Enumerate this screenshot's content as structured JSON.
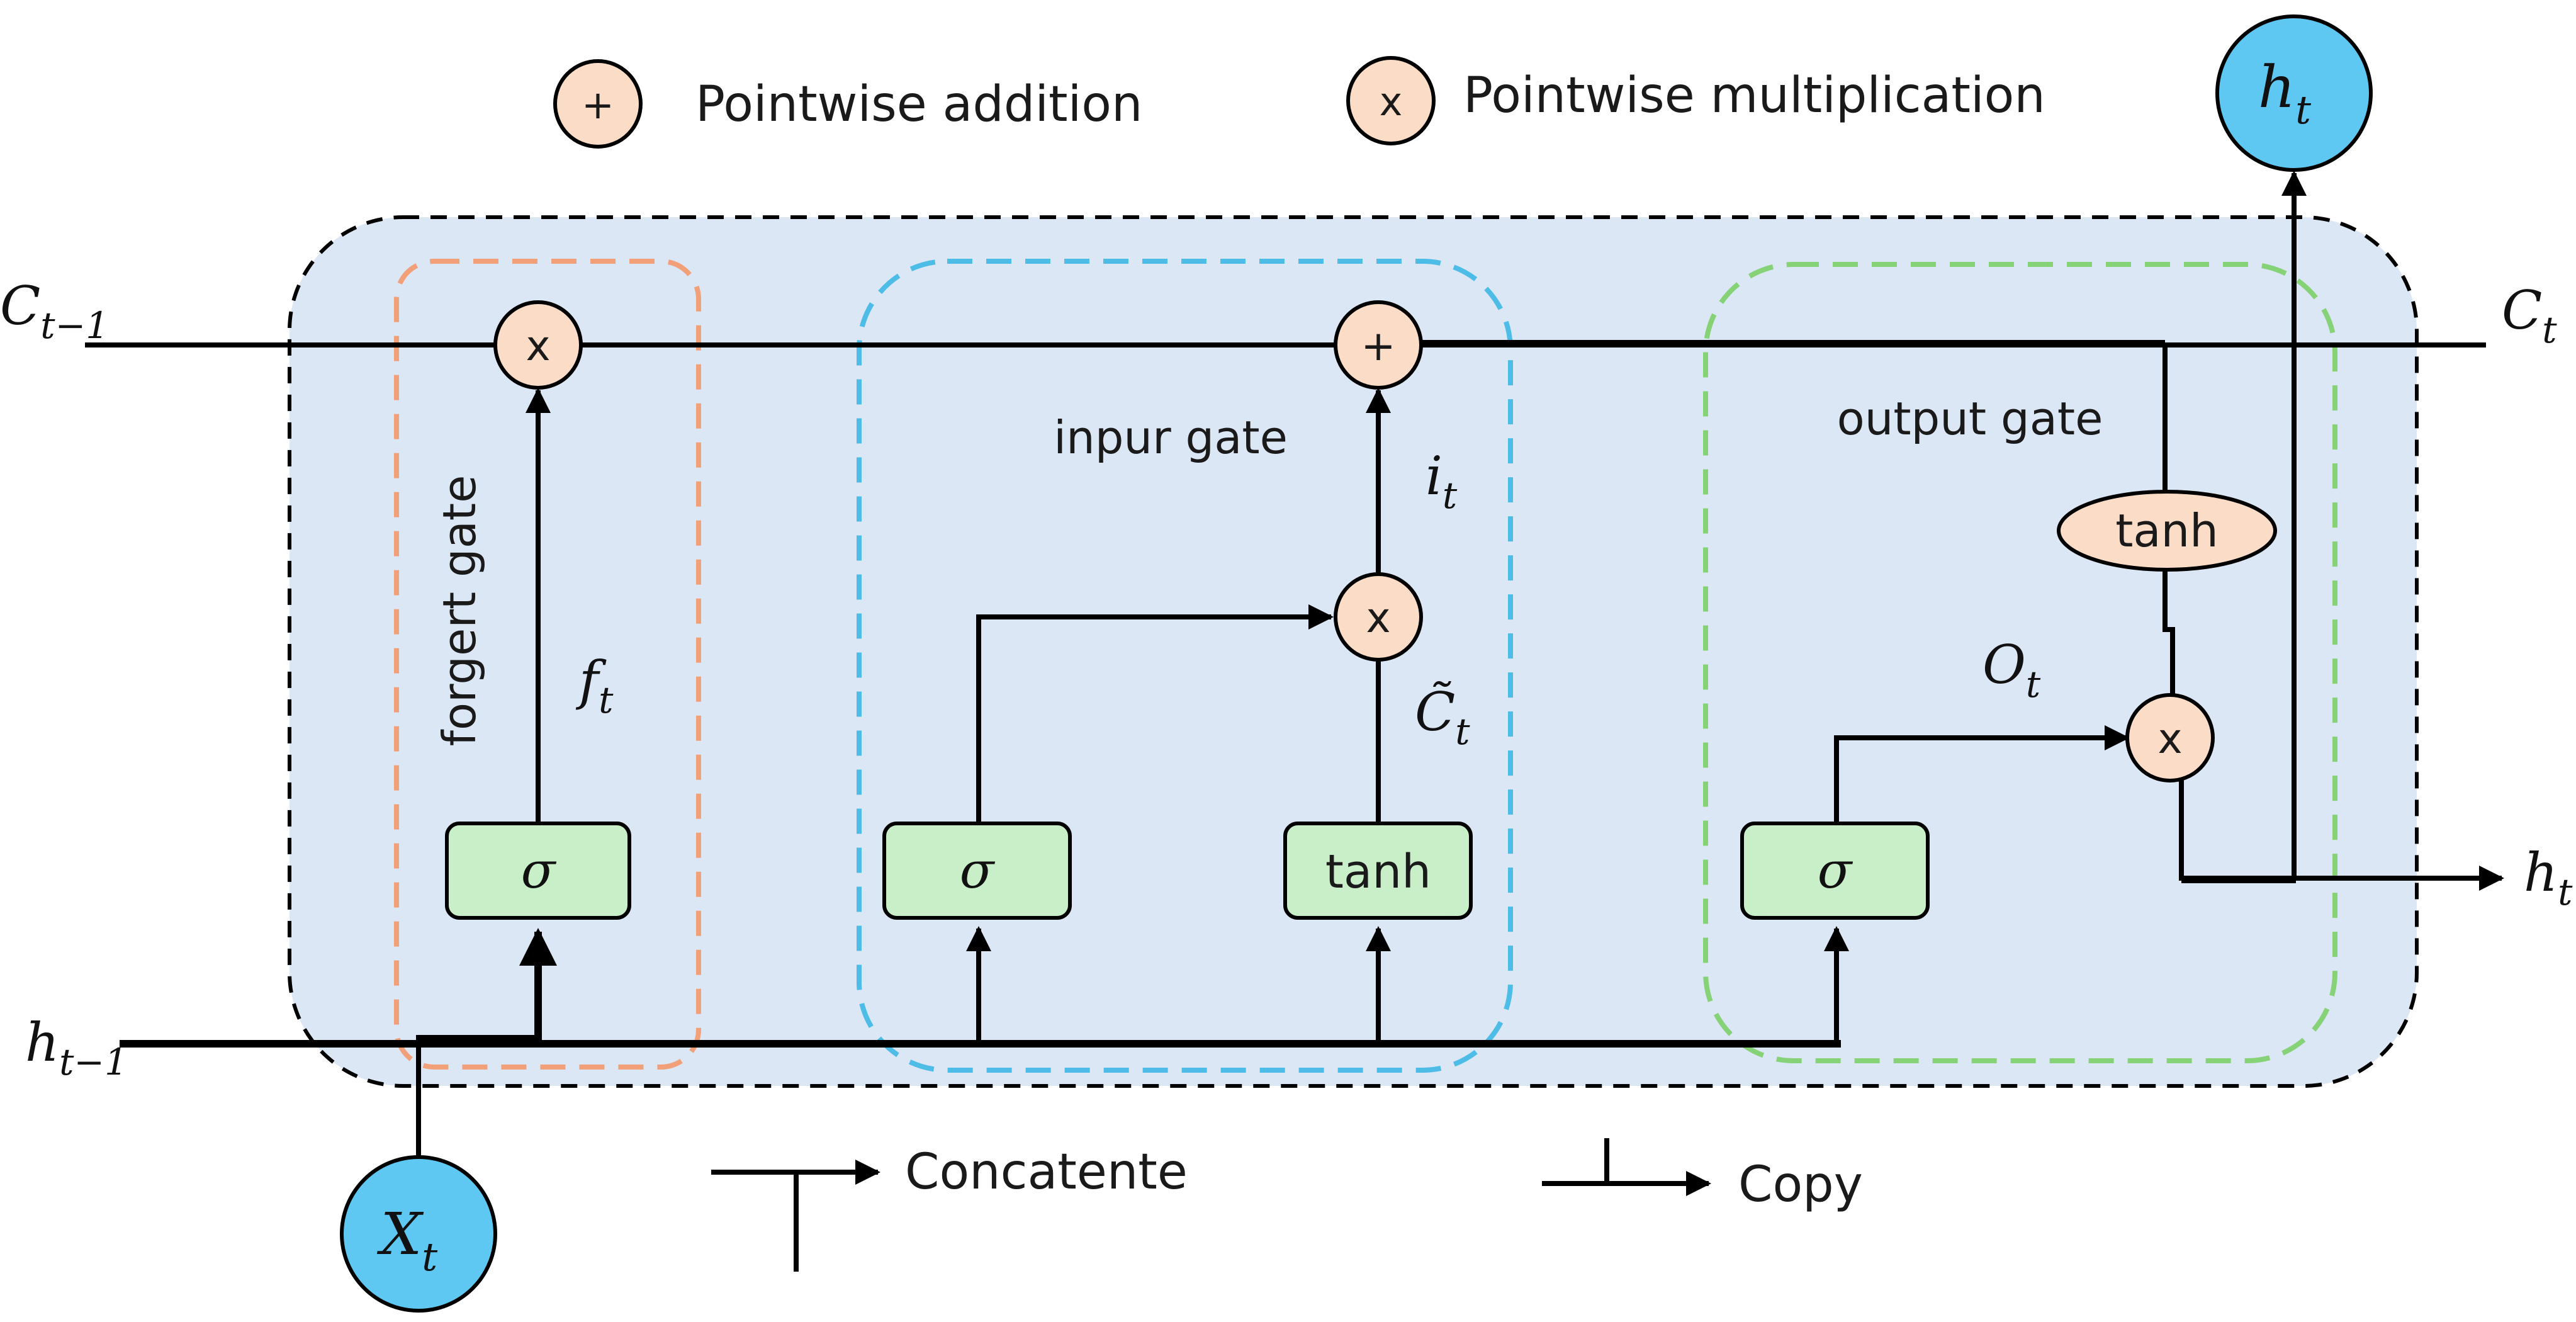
{
  "colors": {
    "cell_background": "#dbe7f4",
    "op_fill": "#fbddc7",
    "gate_box_fill": "#c8efc8",
    "io_circle_fill": "#5ec8f2",
    "forget_gate_border": "#f2a07a",
    "input_gate_border": "#4dbde8",
    "output_gate_border": "#86d277"
  },
  "legend": {
    "add_symbol": "+",
    "add_label": "Pointwise addition",
    "mul_symbol": "x",
    "mul_label": "Pointwise multiplication",
    "concat_label": "Concatente",
    "copy_label": "Copy"
  },
  "gates": {
    "forget_label": "forgert gate",
    "input_label": "inpur gate",
    "output_label": "output gate"
  },
  "ops": {
    "forget_mul": "x",
    "cell_add": "+",
    "input_mul": "x",
    "output_mul": "x"
  },
  "boxes": {
    "forget_sigma": "σ",
    "input_sigma": "σ",
    "input_tanh": "tanh",
    "output_sigma": "σ"
  },
  "cell_tanh": "tanh",
  "labels": {
    "c_prev": {
      "base": "C",
      "sub": "t−1"
    },
    "c_t": {
      "base": "C",
      "sub": "t"
    },
    "h_prev": {
      "base": "h",
      "sub": "t−1"
    },
    "h_out_right": {
      "base": "h",
      "sub": "t"
    },
    "h_out_top": {
      "base": "h",
      "sub": "t"
    },
    "x_t": {
      "base": "X",
      "sub": "t"
    },
    "f_t": {
      "base": "f",
      "sub": "t"
    },
    "i_t": {
      "base": "i",
      "sub": "t"
    },
    "c_tilde": {
      "base": "C̃",
      "sub": "t"
    },
    "o_t": {
      "base": "O",
      "sub": "t"
    }
  }
}
